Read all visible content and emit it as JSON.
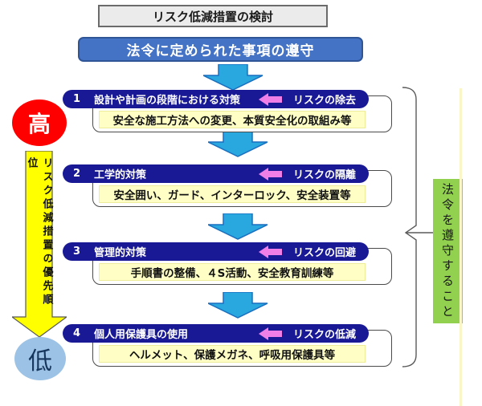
{
  "title": {
    "text": "リスク低減措置の検討"
  },
  "header": {
    "text": "法令に定められた事項の遵守"
  },
  "steps": [
    {
      "number": "1",
      "title": "設計や計画の段階における対策",
      "risk": "リスクの除去",
      "detail": "安全な施工方法への変更、本質安全化の取組み等"
    },
    {
      "number": "2",
      "title": "工学的対策",
      "risk": "リスクの隔離",
      "detail": "安全囲い、ガード、インターロック、安全装置等"
    },
    {
      "number": "3",
      "title": "管理的対策",
      "risk": "リスクの回避",
      "detail": "手順書の整備、４S活動、安全教育訓練等"
    },
    {
      "number": "4",
      "title": "個人用保護具の使用",
      "risk": "リスクの低減",
      "detail": "ヘルメット、保護メガネ、呼吸用保護具等"
    }
  ],
  "left_axis": {
    "high_label": "高",
    "low_label": "低",
    "priority_label": "リスク低減措置の優先順位"
  },
  "right_note": {
    "compliance_label": "法令を遵守すること"
  },
  "icons": {
    "down_arrow": "down-arrow-icon",
    "pink_left_arrow": "left-arrow-icon",
    "priority_down_arrow": "priority-down-arrow-icon",
    "brace": "right-brace-bracket"
  },
  "colors": {
    "header_blue": "#4472c4",
    "bar_navy": "#191996",
    "detail_yellow": "#ffffc5",
    "cyan_arrow": "#29a8e0",
    "pink_arrow": "#f080e8",
    "high_red": "#fe0000",
    "low_blue": "#9cc2e5",
    "priority_yellow": "#ffff00",
    "compliance_green": "#92d050"
  }
}
